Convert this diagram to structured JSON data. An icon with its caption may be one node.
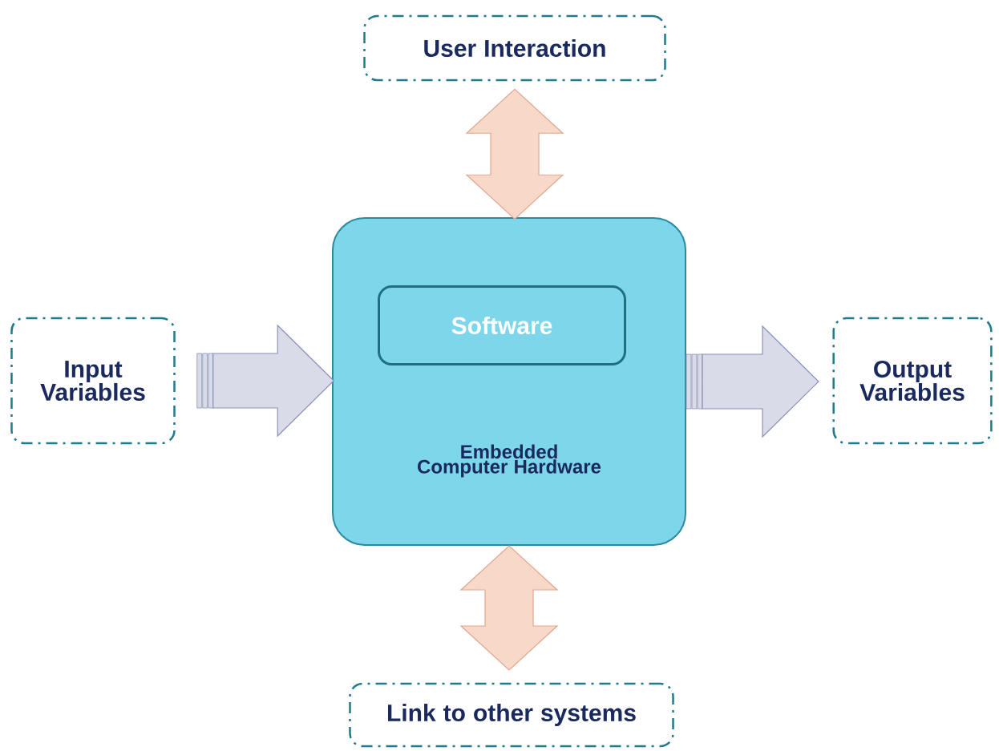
{
  "diagram": {
    "nodes": [
      {
        "text": [
          "User Interaction"
        ]
      },
      {
        "text": [
          "Embedded Computer Hardware"
        ]
      },
      {
        "text": [
          "Software"
        ],
        "in": 1
      },
      {
        "text": [
          "Input Variables"
        ]
      },
      {
        "text": [
          "Output Variables"
        ]
      },
      {
        "text": [
          "Link to other systems"
        ]
      }
    ],
    "edges": [
      {
        "from": 0,
        "to": 1,
        "arrow": "both"
      },
      {
        "from": 3,
        "to": 1,
        "arrow": "to"
      },
      {
        "from": 1,
        "to": 4,
        "arrow": "to"
      },
      {
        "from": 1,
        "to": 5,
        "arrow": "both"
      }
    ]
  }
}
